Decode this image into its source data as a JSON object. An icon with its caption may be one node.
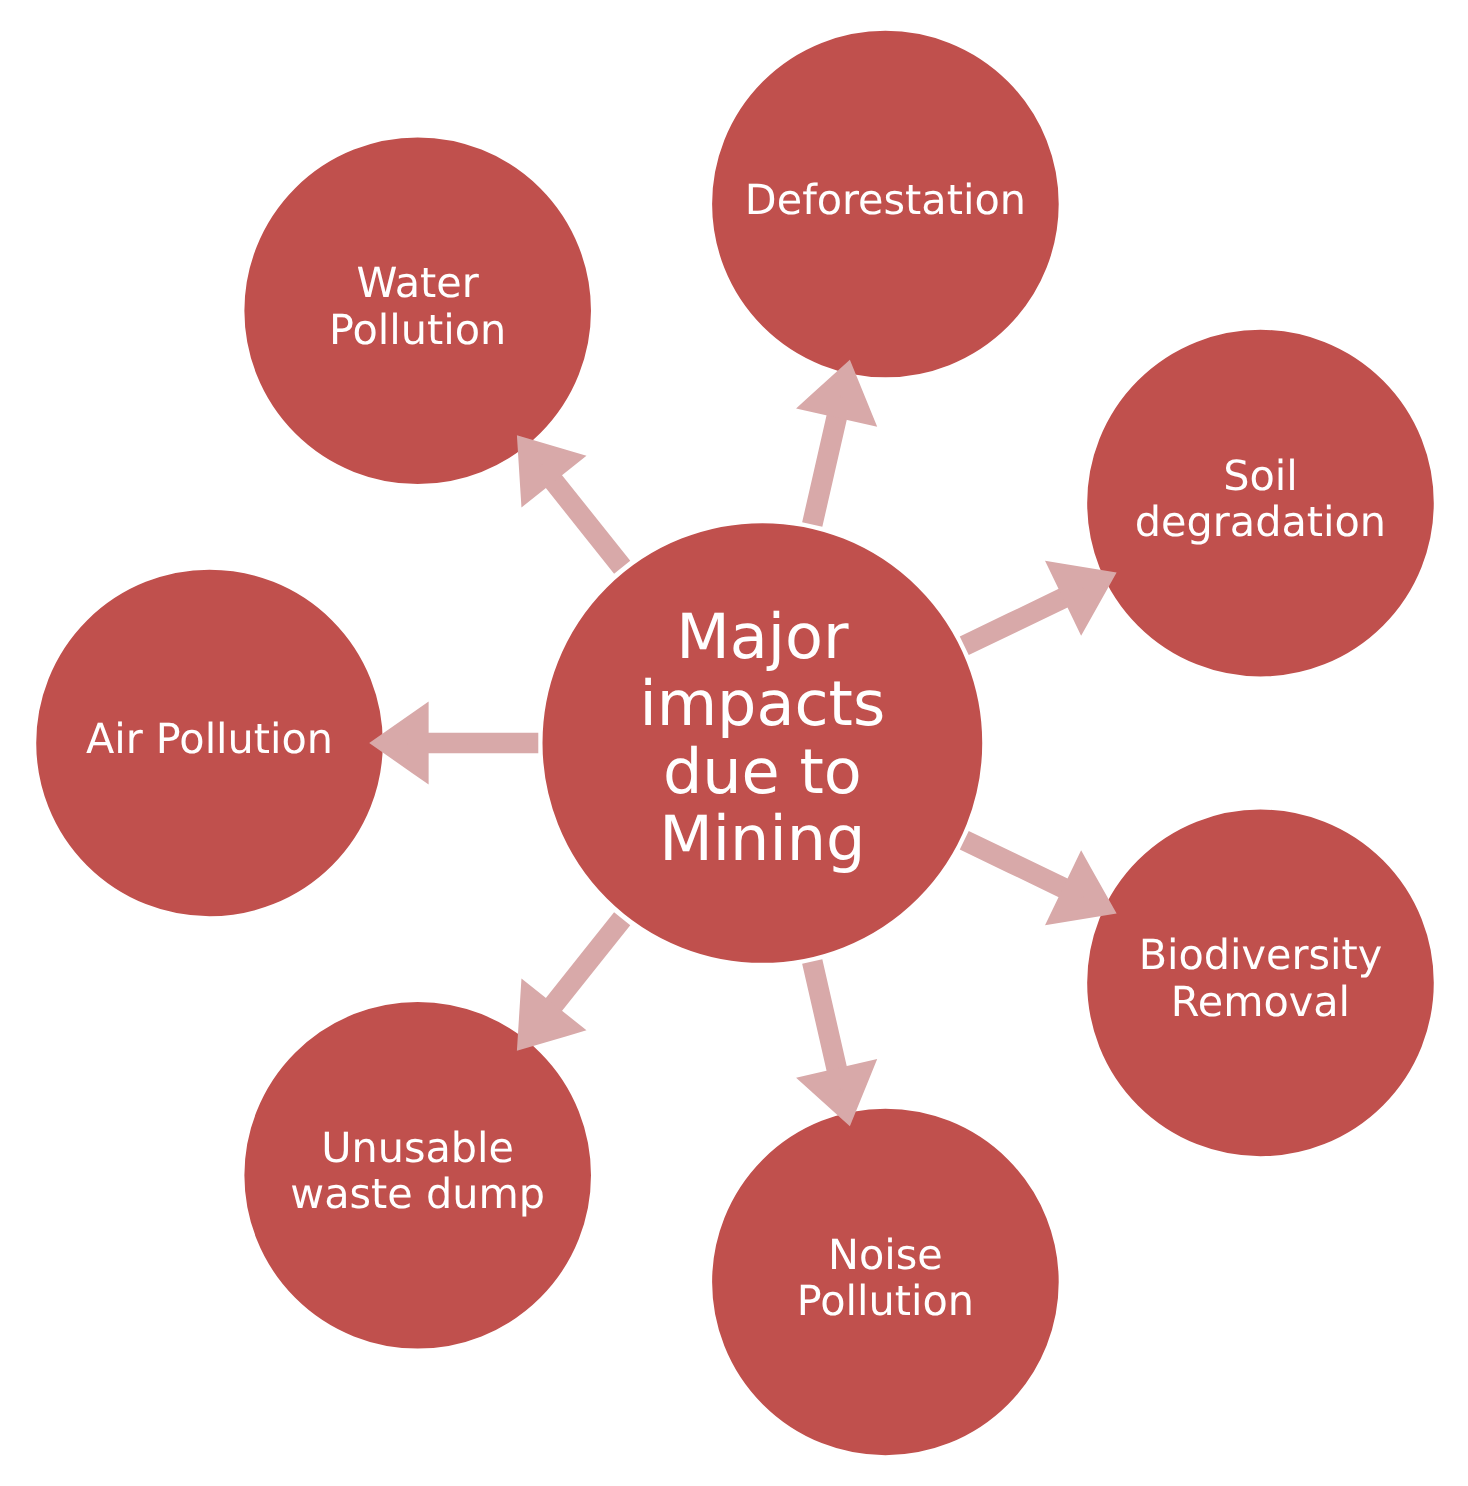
{
  "diagram": {
    "nodes": [
      {
        "text": [
          "Soil degradation"
        ]
      },
      {
        "text": [
          "Deforestation"
        ]
      },
      {
        "text": [
          "Water Pollution"
        ]
      },
      {
        "text": [
          "Major impacts due to Mining"
        ]
      },
      {
        "text": [
          "Air Pollution"
        ]
      },
      {
        "text": [
          "Unusable waste dump"
        ]
      },
      {
        "text": [
          "Noise Pollution"
        ]
      },
      {
        "text": [
          "Biodiversity Removal"
        ]
      }
    ],
    "edges": [
      {
        "from": 3,
        "to": 0,
        "arrow": "to"
      },
      {
        "from": 3,
        "to": 1,
        "arrow": "to"
      },
      {
        "from": 3,
        "to": 2,
        "arrow": "to"
      },
      {
        "from": 3,
        "to": 4,
        "arrow": "to"
      },
      {
        "from": 3,
        "to": 5,
        "arrow": "to"
      },
      {
        "from": 3,
        "to": 6,
        "arrow": "to"
      },
      {
        "from": 3,
        "to": 7,
        "arrow": "to"
      }
    ]
  }
}
